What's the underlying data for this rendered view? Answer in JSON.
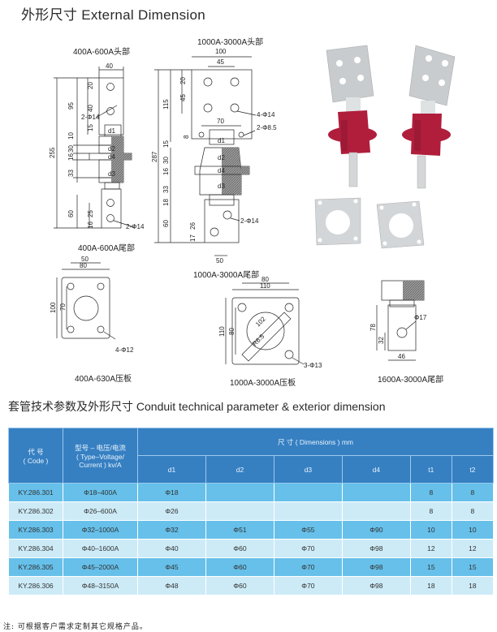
{
  "header": {
    "title": "外形尺寸 External Dimension"
  },
  "drawings": {
    "d400_head_caption": "400A-600A头部",
    "d400_tail_caption": "400A-600A尾部",
    "d400_dims": {
      "w": "40",
      "h20": "20",
      "h40": "40",
      "h95": "95",
      "h15": "15",
      "h10": "10",
      "h30": "30",
      "h16": "16",
      "h33": "33",
      "h60": "60",
      "h25": "25",
      "h16b": "16",
      "total": "255",
      "hole_top": "2-Φ14",
      "hole_bottom": "2-Φ14",
      "d1": "d1",
      "d2": "d2",
      "d3": "d3",
      "d4": "d4"
    },
    "d1000_head_caption": "1000A-3000A头部",
    "d1000_tail_caption": "1000A-3000A尾部",
    "d1000_dims": {
      "w100": "100",
      "w45": "45",
      "w70": "70",
      "w50": "50",
      "h20": "20",
      "h45": "45",
      "h115": "115",
      "h8": "8",
      "h15": "15",
      "h30": "30",
      "h16": "16",
      "h33": "33",
      "h18": "18",
      "h60": "60",
      "h26": "26",
      "h17": "17",
      "total": "287",
      "hole4": "4-Φ14",
      "hole2": "2-Φ8.5",
      "hole_tail": "2-Φ14",
      "d1": "d1",
      "d2": "d2",
      "d3": "d3",
      "d4": "d4"
    },
    "plate400_caption": "400A-630A压板",
    "plate400_dims": {
      "w80": "80",
      "w50": "50",
      "h100": "100",
      "h70": "70",
      "holes": "4-Φ12"
    },
    "plate1000_caption": "1000A-3000A压板",
    "plate1000_dims": {
      "w110": "110",
      "w80": "80",
      "h110": "110",
      "h80": "80",
      "r102": "102",
      "r65": "R6.5",
      "holes": "3-Φ13"
    },
    "tail1600_caption": "1600A-3000A尾部",
    "tail1600_dims": {
      "h78": "78",
      "h32": "32",
      "w46": "46",
      "hole": "Φ17"
    }
  },
  "table_section": {
    "title": "套管技术参数及外形尺寸  Conduit technical parameter & exterior dimension",
    "headers": {
      "code_cn": "代 号",
      "code_en": "( Code )",
      "type_cn": "型号 – 电压/电流",
      "type_en1": "( Type–Voltage/",
      "type_en2": "Current ) kv/A",
      "dimensions": "尺   寸 ( Dimensions ) mm",
      "cols": [
        "d1",
        "d2",
        "d3",
        "d4",
        "t1",
        "t2"
      ]
    },
    "rows": [
      {
        "code": "KY.286.301",
        "type": "Φ18–400A",
        "d1": "Φ18",
        "d2": "",
        "d3": "",
        "d4": "",
        "t1": "8",
        "t2": "8"
      },
      {
        "code": "KY.286.302",
        "type": "Φ26–600A",
        "d1": "Φ26",
        "d2": "",
        "d3": "",
        "d4": "",
        "t1": "8",
        "t2": "8"
      },
      {
        "code": "KY.286.303",
        "type": "Φ32–1000A",
        "d1": "Φ32",
        "d2": "Φ51",
        "d3": "Φ55",
        "d4": "Φ90",
        "t1": "10",
        "t2": "10"
      },
      {
        "code": "KY.286.304",
        "type": "Φ40–1600A",
        "d1": "Φ40",
        "d2": "Φ60",
        "d3": "Φ70",
        "d4": "Φ98",
        "t1": "12",
        "t2": "12"
      },
      {
        "code": "KY.286.305",
        "type": "Φ45–2000A",
        "d1": "Φ45",
        "d2": "Φ60",
        "d3": "Φ70",
        "d4": "Φ98",
        "t1": "15",
        "t2": "15"
      },
      {
        "code": "KY.286.306",
        "type": "Φ48–3150A",
        "d1": "Φ48",
        "d2": "Φ60",
        "d3": "Φ70",
        "d4": "Φ98",
        "t1": "18",
        "t2": "18"
      }
    ]
  },
  "footer": {
    "note": "注: 可根据客户需求定制其它规格产品。"
  },
  "colors": {
    "header_blue": "#3680c2",
    "row_dark": "#66c0ea",
    "row_light": "#cdebf7",
    "insulator_red": "#b01e3c",
    "metal": "#c9ccce"
  }
}
